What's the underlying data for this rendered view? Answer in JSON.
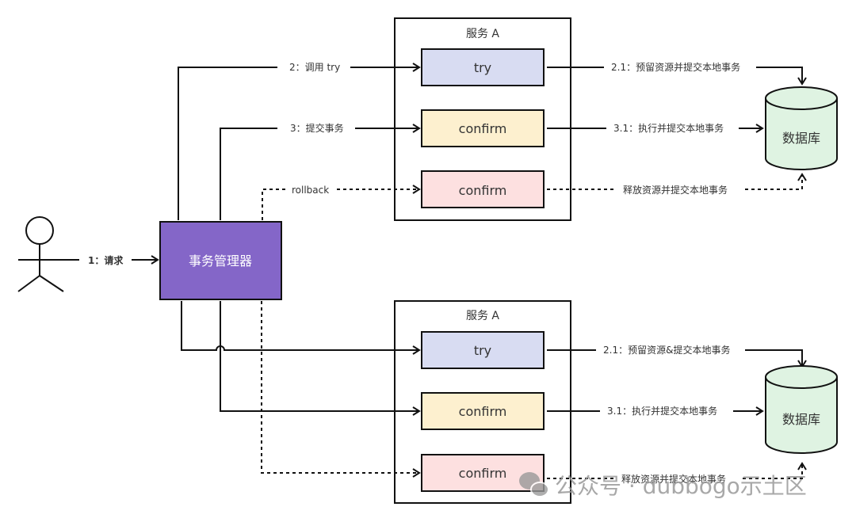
{
  "diagram": {
    "actor": {
      "label": "1：请求",
      "label_color": "#2e8b3e"
    },
    "manager": {
      "label": "事务管理器",
      "fill": "#8466c8"
    },
    "services": [
      {
        "title": "服务 A",
        "steps": [
          {
            "label": "try",
            "fill": "#d8dcf2",
            "kind": "try"
          },
          {
            "label": "confirm",
            "fill": "#fdf0cf",
            "kind": "confirm"
          },
          {
            "label": "confirm",
            "fill": "#fde0e0",
            "kind": "cancel"
          }
        ],
        "in_edges": [
          {
            "label": "2：调用 try",
            "style": "solid"
          },
          {
            "label": "3：提交事务",
            "style": "solid"
          },
          {
            "label": "rollback",
            "style": "dashed"
          }
        ],
        "out_edges": [
          {
            "label": "2.1：预留资源并提交本地事务",
            "style": "solid"
          },
          {
            "label": "3.1：执行并提交本地事务",
            "style": "solid"
          },
          {
            "label": "释放资源并提交本地事务",
            "style": "dashed"
          }
        ],
        "database": {
          "label": "数据库",
          "fill": "#dff3e2"
        }
      },
      {
        "title": "服务 A",
        "steps": [
          {
            "label": "try",
            "fill": "#d8dcf2",
            "kind": "try"
          },
          {
            "label": "confirm",
            "fill": "#fdf0cf",
            "kind": "confirm"
          },
          {
            "label": "confirm",
            "fill": "#fde0e0",
            "kind": "cancel"
          }
        ],
        "in_edges": [
          {
            "label": "",
            "style": "solid"
          },
          {
            "label": "",
            "style": "solid"
          },
          {
            "label": "",
            "style": "dashed"
          }
        ],
        "out_edges": [
          {
            "label": "2.1：预留资源&提交本地事务",
            "style": "solid"
          },
          {
            "label": "3.1：执行并提交本地事务",
            "style": "solid"
          },
          {
            "label": "释放资源并提交本地事务",
            "style": "dashed"
          }
        ],
        "database": {
          "label": "数据库",
          "fill": "#dff3e2"
        }
      }
    ],
    "watermark": "公众号 · dubbogo示土区"
  }
}
